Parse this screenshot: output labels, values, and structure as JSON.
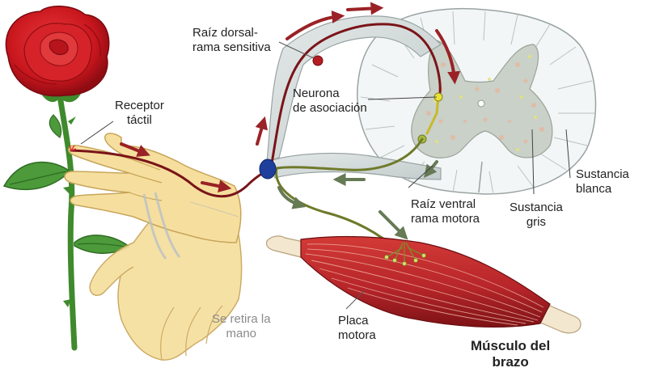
{
  "labels": {
    "receptor": [
      "Receptor",
      "táctil"
    ],
    "raiz_dorsal": [
      "Raíz dorsal-",
      "rama sensitiva"
    ],
    "neurona": [
      "Neurona",
      "de asociación"
    ],
    "raiz_ventral": [
      "Raíz ventral",
      "rama motora"
    ],
    "sustancia_gris": [
      "Sustancia",
      "gris"
    ],
    "sustancia_blanca": [
      "Sustancia",
      "blanca"
    ],
    "se_retira": [
      "Se retira la",
      "mano"
    ],
    "placa": [
      "Placa",
      "motora"
    ],
    "musculo": [
      "Músculo del",
      "brazo"
    ]
  },
  "colors": {
    "rose": "#c8161d",
    "stem": "#3f8a2c",
    "hand": "#f6df9e",
    "sensory_nerve": "#7a1418",
    "motor_nerve": "#6f7a2a",
    "white_matter": "#f3f6f6",
    "gray_matter": "#c9d1c8",
    "muscle": "#b8262a",
    "arrow_red": "#9a2226",
    "arrow_green": "#657a55",
    "ganglion": "#1f3f9c"
  }
}
